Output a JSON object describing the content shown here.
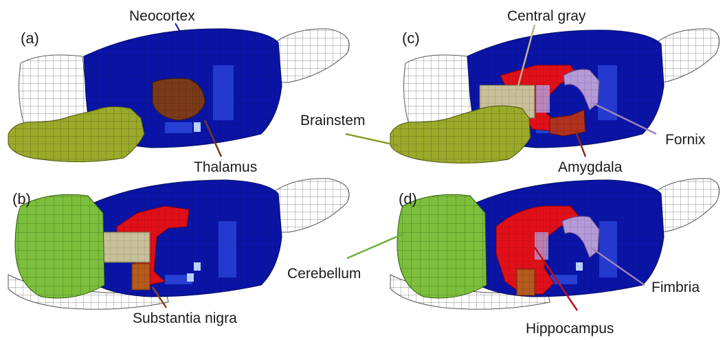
{
  "panels": [
    {
      "id": "a",
      "label": "(a)"
    },
    {
      "id": "b",
      "label": "(b)"
    },
    {
      "id": "c",
      "label": "(c)"
    },
    {
      "id": "d",
      "label": "(d)"
    }
  ],
  "labels": {
    "neocortex": "Neocortex",
    "thalamus": "Thalamus",
    "substantia_nigra": "Substantia nigra",
    "central_gray": "Central gray",
    "brainstem": "Brainstem",
    "fornix": "Fornix",
    "amygdala": "Amygdala",
    "cerebellum": "Cerebellum",
    "fimbria": "Fimbria",
    "hippocampus": "Hippocampus"
  },
  "colors": {
    "neocortex": "#0a14a6",
    "thalamus": "#7a3a1a",
    "substantia_nigra": "#b65a1e",
    "central_gray": "#c8c09a",
    "brainstem": "#9aaa2a",
    "fornix": "#b49ad6",
    "amygdala": "#b0321e",
    "cerebellum": "#7cbf3c",
    "fimbria": "#a88cc8",
    "hippocampus": "#e0101a",
    "wireframe": "#555555"
  }
}
